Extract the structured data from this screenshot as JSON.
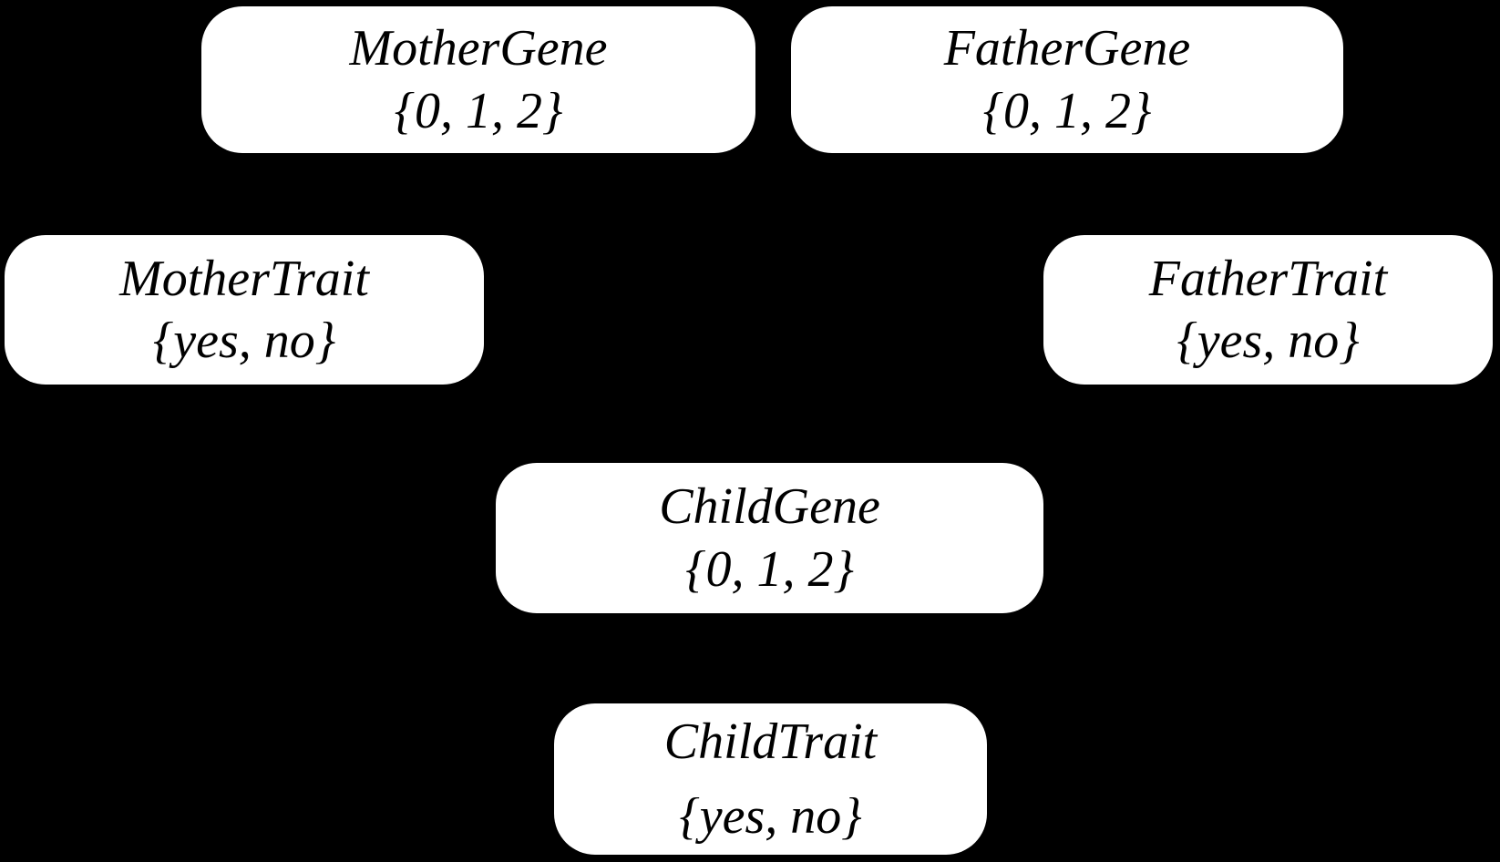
{
  "diagram": {
    "type": "bayesian-network",
    "background_color": "#000000",
    "node_fill_color": "#ffffff",
    "node_text_color": "#000000"
  },
  "nodes": [
    {
      "id": "mother-gene",
      "title": "MotherGene",
      "values": "{0, 1, 2}"
    },
    {
      "id": "father-gene",
      "title": "FatherGene",
      "values": "{0, 1, 2}"
    },
    {
      "id": "mother-trait",
      "title": "MotherTrait",
      "values": "{yes, no}"
    },
    {
      "id": "father-trait",
      "title": "FatherTrait",
      "values": "{yes, no}"
    },
    {
      "id": "child-gene",
      "title": "ChildGene",
      "values": "{0, 1, 2}"
    },
    {
      "id": "child-trait",
      "title": "ChildTrait",
      "values": "{yes, no}"
    }
  ]
}
